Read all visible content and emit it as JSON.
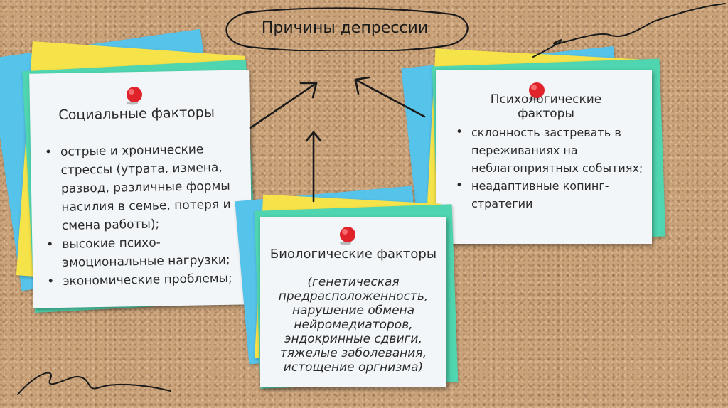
{
  "title": "Причины депрессии",
  "notes": {
    "social": {
      "title": "Социальные  факторы",
      "items": [
        "острые и хронические стрессы (утрата, измена, развод, различные формы насилия в семье, потеря и смена работы);",
        "высокие психо-эмоциональные нагрузки;",
        "экономические проблемы;"
      ]
    },
    "psych": {
      "title": "Психологические факторы",
      "items": [
        "склонность застревать в переживаниях на неблагоприятных событиях;",
        "неадаптивные копинг-стратегии"
      ]
    },
    "bio": {
      "title": "Биологические факторы",
      "body": "(генетическая предрасположенность, нарушение обмена нейромедиаторов, эндокринные сдвиги, тяжелые заболевания, истощение оргнизма)"
    }
  },
  "colors": {
    "cork": "#c9a27a",
    "note": "#f3f6f8",
    "sticky_blue": "#56c3ea",
    "sticky_yellow": "#f6e34a",
    "sticky_green": "#4fd6b0",
    "pin": "#e0222b"
  },
  "icons": [
    "pushpin-icon",
    "arrow-icon",
    "squiggle-decoration"
  ]
}
